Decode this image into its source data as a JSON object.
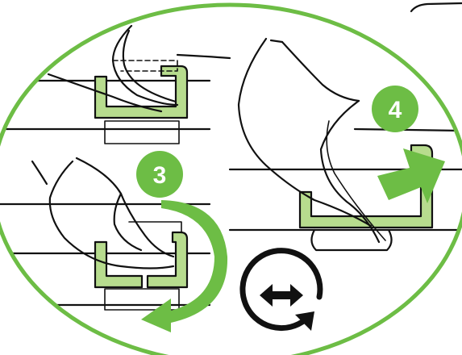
{
  "steps": [
    {
      "number": "3",
      "action": "rotate-clockwise"
    },
    {
      "number": "4",
      "action": "push-right"
    }
  ],
  "icons": {
    "corner_clip": "rounded-corner-outline",
    "step3_arrow": "curved-rotate-arrow",
    "step4_arrow": "right-push-arrow",
    "orientation": "rotate-horizontal-icon"
  },
  "colors": {
    "accent_green": "#6dbd45",
    "clip_fill": "#b7dc8e",
    "ink": "#111111",
    "background": "#ffffff"
  }
}
